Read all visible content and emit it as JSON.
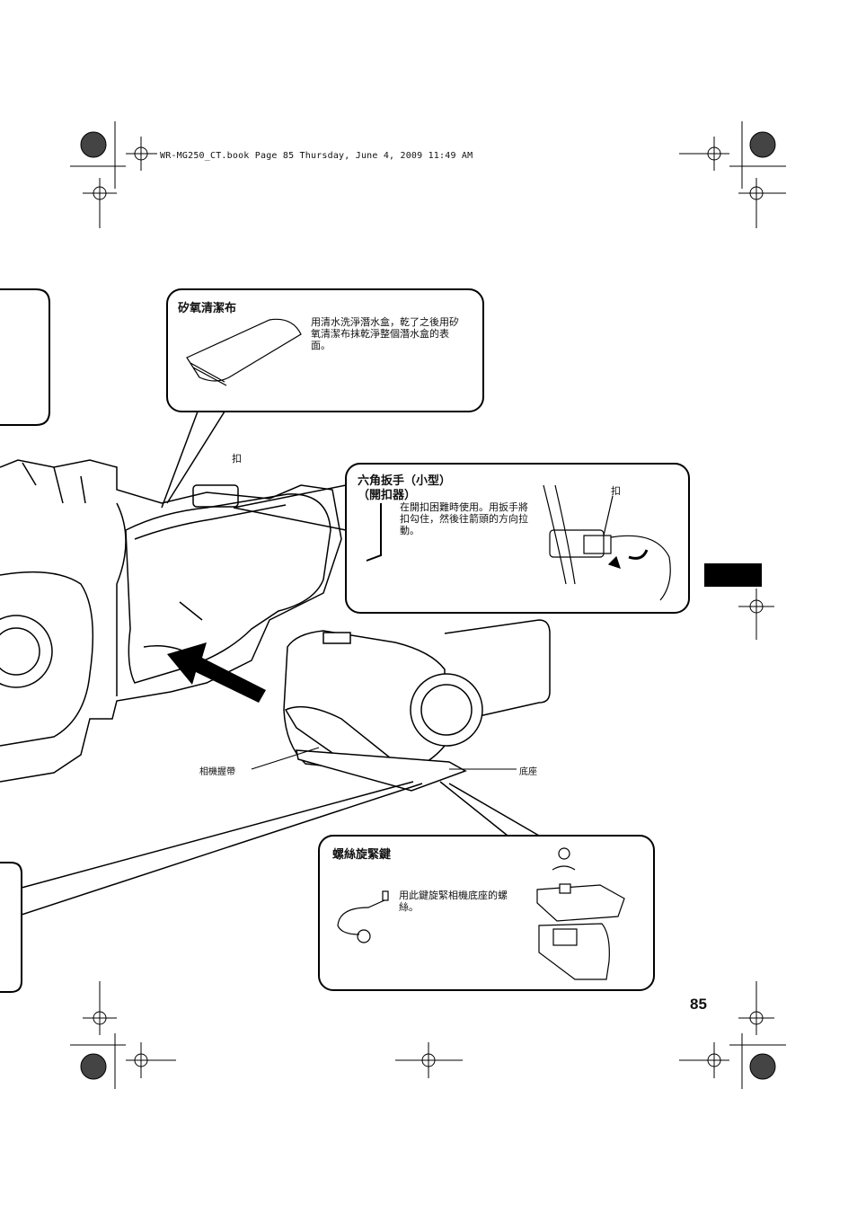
{
  "header": {
    "file_info": "WR-MG250_CT.book  Page 85  Thursday, June 4, 2009  11:49 AM"
  },
  "page_number": "85",
  "cleaning_cloth": {
    "title": "矽氧清潔布",
    "text": "用清水洗淨潛水盒，乾了之後用矽氧清潔布抹乾淨整個潛水盒的表面。"
  },
  "clasp_label_top": "扣",
  "hex_wrench": {
    "title_line1": "六角扳手（小型）",
    "title_line2": "（開扣器）",
    "text": "在開扣困難時使用。用扳手將扣勾住，然後往箭頭的方向拉動。",
    "clasp_label": "扣"
  },
  "labels": {
    "camera_strap": "相機握帶",
    "base": "底座"
  },
  "screw_key": {
    "title": "螺絲旋緊鍵",
    "text": "用此鍵旋緊相機底座的螺絲。"
  }
}
